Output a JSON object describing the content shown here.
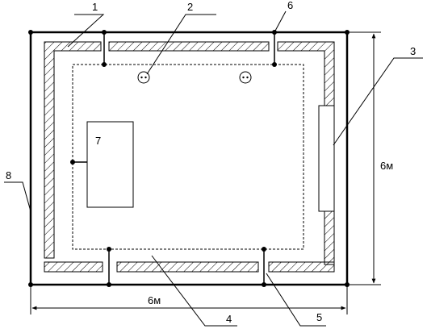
{
  "labels": {
    "n1": "1",
    "n2": "2",
    "n3": "3",
    "n4": "4",
    "n5": "5",
    "n6": "6",
    "n7": "7",
    "n8": "8"
  },
  "dimensions": {
    "horizontal": "6м",
    "vertical": "6м"
  },
  "colors": {
    "line": "#000000",
    "hatch": "#000000",
    "background": "#ffffff"
  }
}
